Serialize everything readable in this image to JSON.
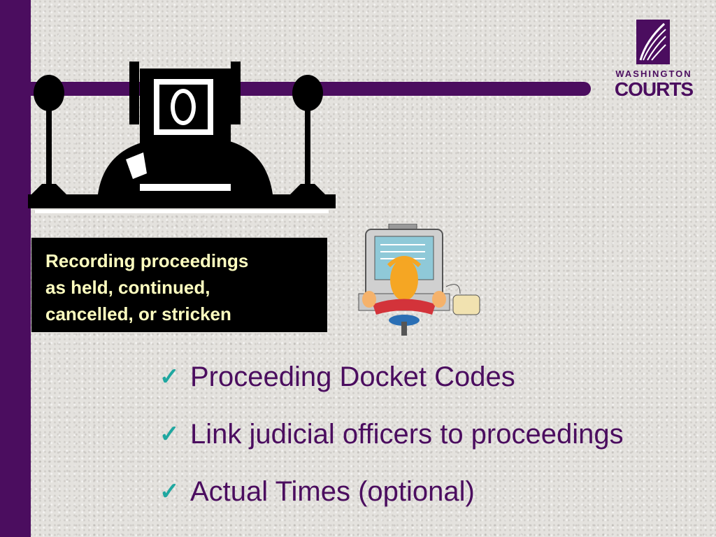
{
  "caption": {
    "lines": [
      "Recording proceedings",
      "as held, continued,",
      "cancelled, or stricken"
    ]
  },
  "logo": {
    "top": "WASHINGTON",
    "bottom": "COURTS"
  },
  "bullets": [
    {
      "icon": "checkmark-icon",
      "text": "Proceeding Docket Codes"
    },
    {
      "icon": "checkmark-icon",
      "text": "Link judicial officers to proceedings"
    },
    {
      "icon": "checkmark-icon",
      "text": "Actual Times (optional)"
    }
  ],
  "colors": {
    "accent": "#4b0d5f",
    "caption_text": "#ffffc0",
    "check": "#1fa7a0",
    "background": "#e4e2de"
  }
}
